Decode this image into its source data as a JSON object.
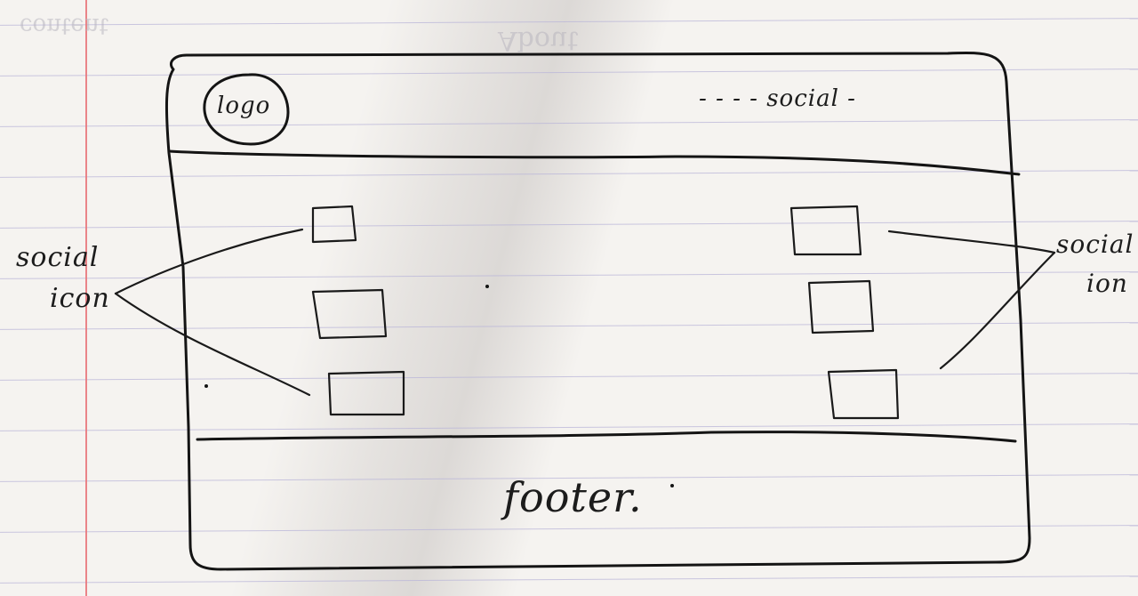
{
  "sketch": {
    "header": {
      "logo_label": "logo",
      "nav_text": "- - - -  social -"
    },
    "annotations": {
      "left_label_line1": "social",
      "left_label_line2": "icon",
      "right_label_line1": "social",
      "right_label_line2": "ion"
    },
    "footer_label": "footer.",
    "bleed_through": {
      "left": "content",
      "center": "About"
    },
    "ink_colors": {
      "ink": "#141414",
      "paper": "#f5f3f0",
      "rules": "#b9b6d8",
      "margin": "#e9787c"
    },
    "icon_boxes_per_column": 3
  }
}
